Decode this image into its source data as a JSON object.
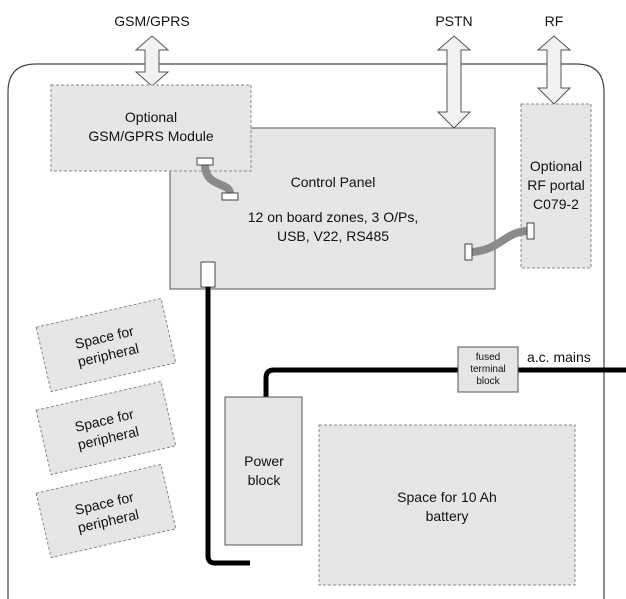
{
  "colors": {
    "enclosure_stroke": "#444444",
    "box_fill": "#e6e6e6",
    "box_dashed_stroke": "#888888",
    "solid_box_stroke": "#555555",
    "arrow_fill": "#f2f2f2",
    "ribbon_cable": "#8a8a8a",
    "power_cable": "#000000"
  },
  "external": {
    "gsm_gprs": "GSM/GPRS",
    "pstn": "PSTN",
    "rf": "RF",
    "ac_mains": "a.c. mains"
  },
  "gsm_module": {
    "line1": "Optional",
    "line2": "GSM/GPRS Module"
  },
  "control_panel": {
    "title": "Control Panel",
    "line1": "12 on board zones, 3 O/Ps,",
    "line2": "USB, V22, RS485"
  },
  "rf_portal": {
    "line1": "Optional",
    "line2": "RF portal",
    "line3": "C079-2"
  },
  "peripherals": [
    {
      "line1": "Space for",
      "line2": "peripheral"
    },
    {
      "line1": "Space for",
      "line2": "peripheral"
    },
    {
      "line1": "Space for",
      "line2": "peripheral"
    }
  ],
  "terminal_block": {
    "line1": "fused",
    "line2": "terminal",
    "line3": "block"
  },
  "power_block": {
    "line1": "Power",
    "line2": "block"
  },
  "battery": {
    "line1": "Space for 10 Ah",
    "line2": "battery"
  }
}
